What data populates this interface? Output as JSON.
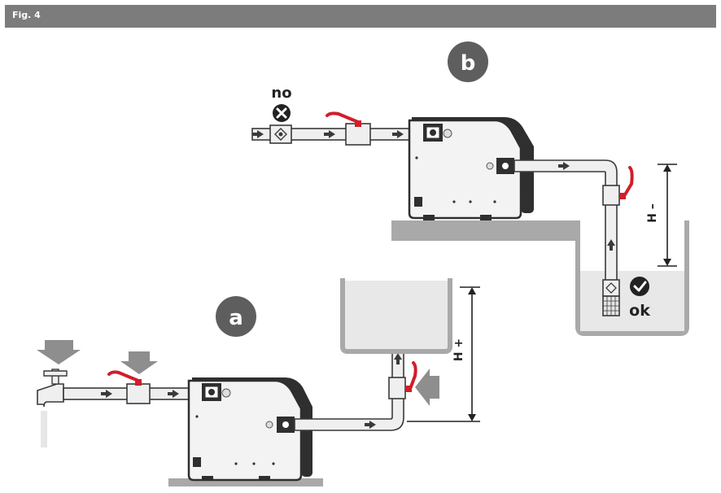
{
  "figure": {
    "label": "Fig. 4"
  },
  "diagram_b": {
    "badge": "b",
    "no_label": "no",
    "ok_label": "ok",
    "height_label": "H –"
  },
  "diagram_a": {
    "badge": "a",
    "height_label": "H +"
  },
  "colors": {
    "header_bar": "#7c7c7c",
    "badge": "#5e5e5e",
    "pipe_fill": "#efefef",
    "pipe_stroke": "#3a3a3a",
    "valve_handle": "#d01e2a",
    "pump_body": "#2f2f2f",
    "ledge": "#a9a9a9",
    "tank_water": "#e8e8e8",
    "arrow_grey": "#8e8e8e"
  }
}
